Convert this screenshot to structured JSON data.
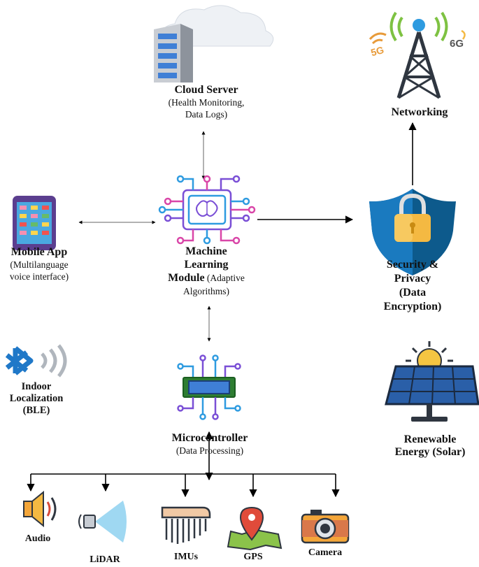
{
  "nodes": {
    "cloud": {
      "title": "Cloud Server",
      "line1": "(Health Monitoring,",
      "line2": "Data Logs)"
    },
    "networking": {
      "title": "Networking",
      "badge_left": "5G",
      "badge_right": "6G"
    },
    "mobile": {
      "title": "Mobile App",
      "line1": "(Multilanguage",
      "line2": "voice interface)"
    },
    "ml": {
      "line1": "Machine",
      "line2": "Learning",
      "line3_bold": "Module",
      "line3_rest": " (Adaptive",
      "line4": "Algorithms)"
    },
    "security": {
      "line1": "Security &",
      "line2": "Privacy",
      "line3": "(Data",
      "line4": "Encryption)"
    },
    "ble": {
      "line1": "Indoor",
      "line2": "Localization",
      "line3": "(BLE)"
    },
    "micro": {
      "title": "Microcontroller",
      "line1": "(Data Processing)"
    },
    "solar": {
      "line1": "Renewable",
      "line2": "Energy (Solar)"
    },
    "sensors": [
      "Audio",
      "LiDAR",
      "IMUs",
      "GPS",
      "Camera"
    ]
  },
  "colors": {
    "cloud": "#e9edf2",
    "server": "#3f7fd6",
    "tower": "#2f3640",
    "signal": "#7ec242",
    "shield": "#0d5a8c",
    "lock": "#f4b942",
    "chip": "#7a4fd6",
    "ble": "#1f78c8",
    "board": "#2e7d32",
    "panel": "#2a5fa8",
    "sun": "#f4c542",
    "gps": "#e04b3a"
  }
}
